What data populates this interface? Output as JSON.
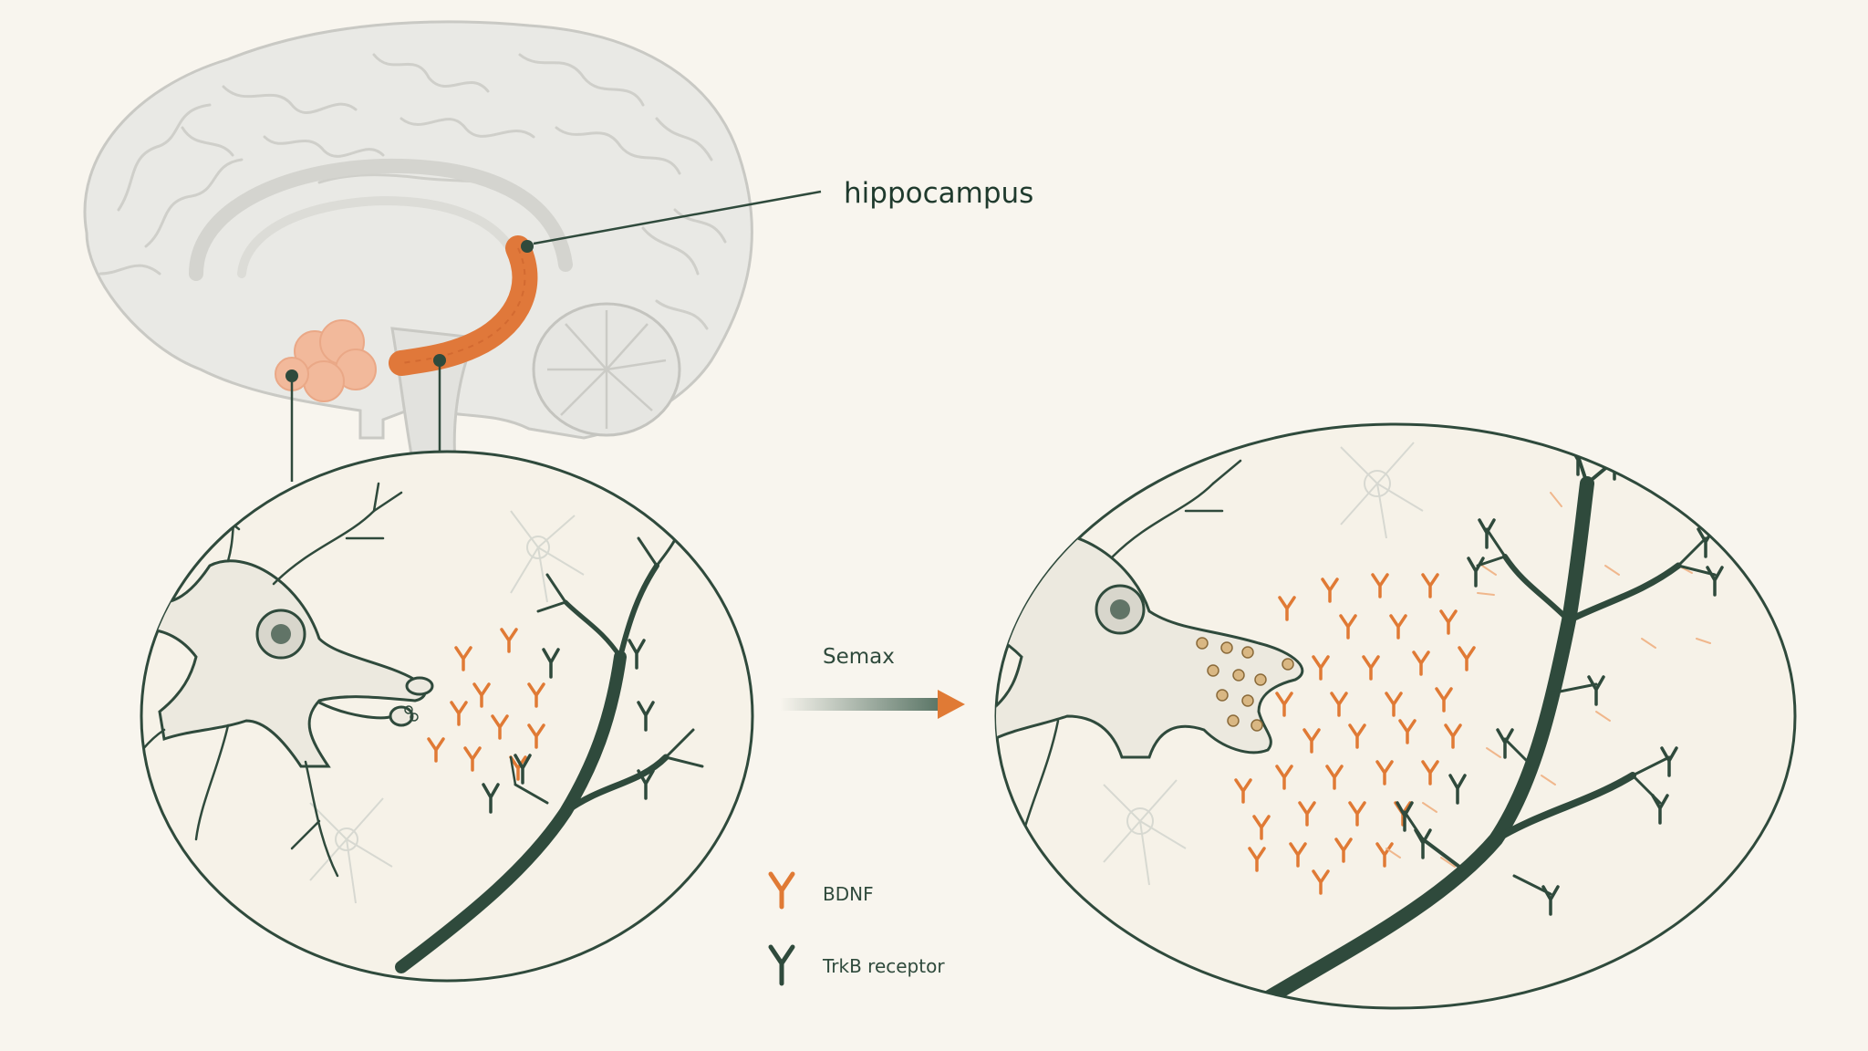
{
  "labels": {
    "region": "hippocampus",
    "arrow": "Semax"
  },
  "legend": [
    {
      "text": "BDNF",
      "icon": "bdnf-y-icon"
    },
    {
      "text": "TrkB receptor",
      "icon": "trkb-receptor-icon"
    }
  ],
  "colors": {
    "background": "#f8f5ee",
    "ink": "#2f4a3c",
    "bdnf": "#e07a35",
    "hippocampus": "#e0783a",
    "brain": "#d8d8d4"
  }
}
